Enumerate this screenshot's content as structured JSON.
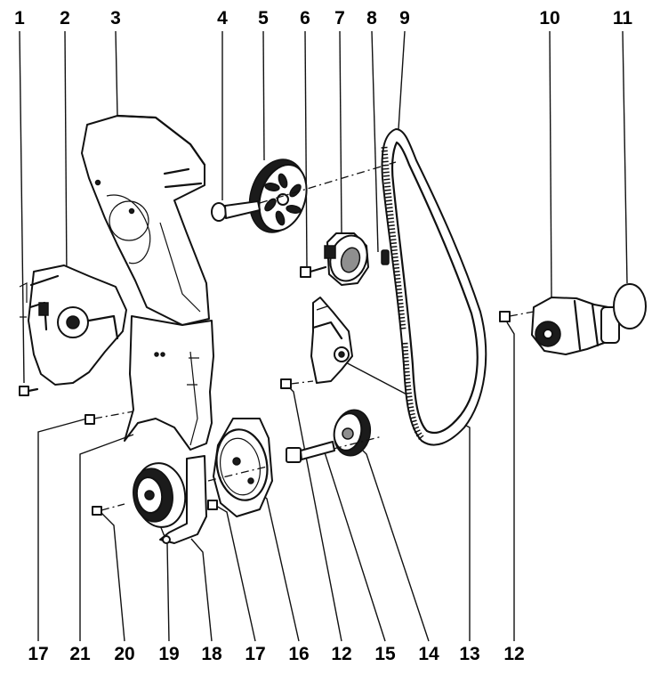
{
  "callouts": {
    "top": [
      "1",
      "2",
      "3",
      "4",
      "5",
      "6",
      "7",
      "8",
      "9",
      "10",
      "11"
    ],
    "bottom": [
      "17",
      "21",
      "20",
      "19",
      "18",
      "17",
      "16",
      "12",
      "15",
      "14",
      "13",
      "12"
    ]
  }
}
